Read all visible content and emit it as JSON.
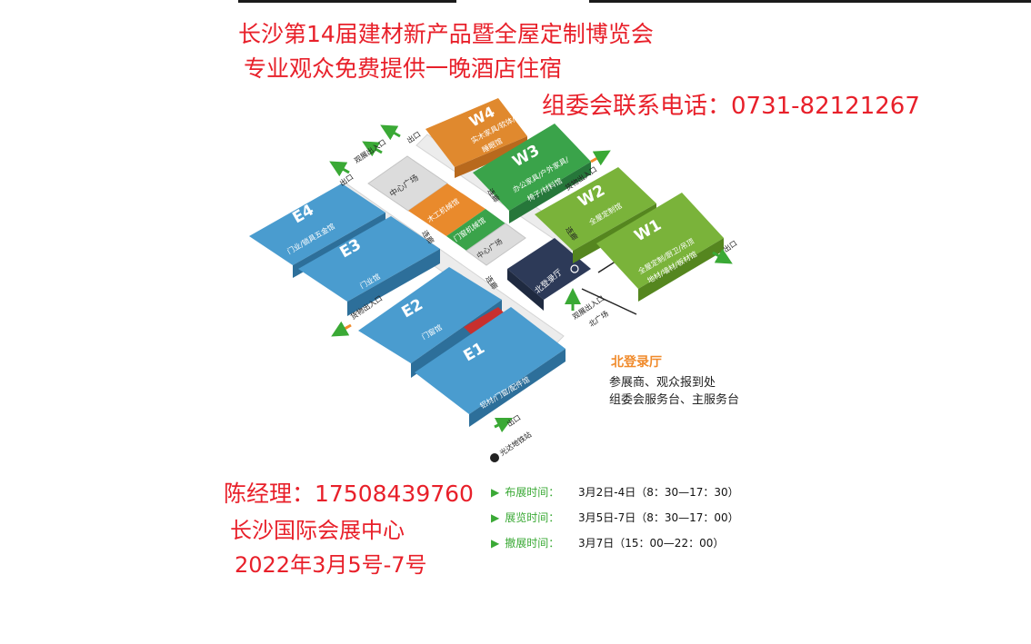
{
  "header": {
    "title_line1": "长沙第14届建材新产品暨全屋定制博览会",
    "title_line2": "专业观众免费提供一晚酒店住宿",
    "phone": "组委会联系电话：0731-82121267"
  },
  "contact": {
    "name_phone": "陈经理：17508439760",
    "venue": "长沙国际会展中心",
    "date": "2022年3月5号-7号"
  },
  "halls": {
    "W4": {
      "code": "W4",
      "desc1": "实木家具/软体/",
      "desc2": "睡眠馆",
      "color": "#e0892e"
    },
    "W3": {
      "code": "W3",
      "desc1": "办公家具/户外家具/",
      "desc2": "椅子/材料馆",
      "color": "#3aa34a"
    },
    "W2": {
      "code": "W2",
      "desc1": "全屋定制馆",
      "color": "#7ab33a"
    },
    "W1": {
      "code": "W1",
      "desc1": "全屋定制/厨卫/吊顶",
      "desc2": "地材/墙材/板材馆",
      "color": "#7ab33a"
    },
    "E4": {
      "code": "E4",
      "desc1": "门业/锁具五金馆",
      "color": "#4a9ccf"
    },
    "E3": {
      "code": "E3",
      "desc1": "门业馆",
      "color": "#4a9ccf"
    },
    "E2": {
      "code": "E2",
      "desc1": "门窗馆",
      "color": "#4a9ccf"
    },
    "E1": {
      "code": "E1",
      "desc1": "铝材/门窗/配件馆",
      "color": "#4a9ccf"
    }
  },
  "center": {
    "plaza_top": "中心广场",
    "woodwork": "木工机械馆",
    "door_machine": "门窗机械馆",
    "plaza_bottom": "中心广场",
    "north_hall": "北登录厅"
  },
  "map_labels": {
    "exit": "出口",
    "visitor_entrance": "观展出入口",
    "cargo_entrance": "货物出入口",
    "corridor": "连廊",
    "north_square": "北广场",
    "metro": "光达地铁站"
  },
  "north_hall_info": {
    "title": "北登录厅",
    "line1": "参展商、观众报到处",
    "line2": "组委会服务台、主服务台"
  },
  "schedule": [
    {
      "label": "布展时间：",
      "value": "3月2日-4日（8：30—17：30）"
    },
    {
      "label": "展览时间：",
      "value": "3月5日-7日（8：30—17：00）"
    },
    {
      "label": "撤展时间：",
      "value": "3月7日（15：00—22：00）"
    }
  ],
  "colors": {
    "title_red": "#e8202a",
    "accent_green": "#3aa935",
    "north_hall_orange": "#f08a2a"
  }
}
